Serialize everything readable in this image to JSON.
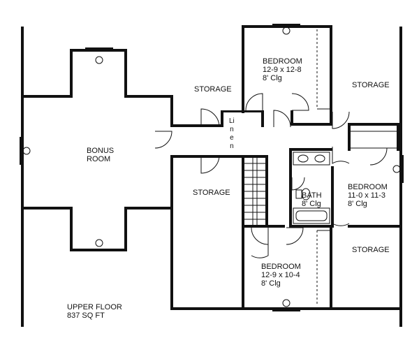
{
  "rooms": {
    "bonus": {
      "name_line1": "BONUS",
      "name_line2": "ROOM"
    },
    "bedroom_top": {
      "name": "BEDROOM",
      "dims": "12-9 x 12-8",
      "ceiling": "8' Clg"
    },
    "bedroom_right": {
      "name": "BEDROOM",
      "dims": "11-0 x 11-3",
      "ceiling": "8' Clg"
    },
    "bedroom_bottom": {
      "name": "BEDROOM",
      "dims": "12-9 x 10-4",
      "ceiling": "8' Clg"
    },
    "bath": {
      "name": "BATH",
      "ceiling": "8' Clg"
    },
    "storage_top_left": {
      "name": "STORAGE"
    },
    "storage_top_right": {
      "name": "STORAGE"
    },
    "storage_mid_left": {
      "name": "STORAGE"
    },
    "storage_bottom_right": {
      "name": "STORAGE"
    },
    "linen": {
      "name_chars": [
        "Li",
        "n",
        "e",
        "n"
      ]
    }
  },
  "footer": {
    "floor": "UPPER FLOOR",
    "area": "837 SQ FT"
  }
}
